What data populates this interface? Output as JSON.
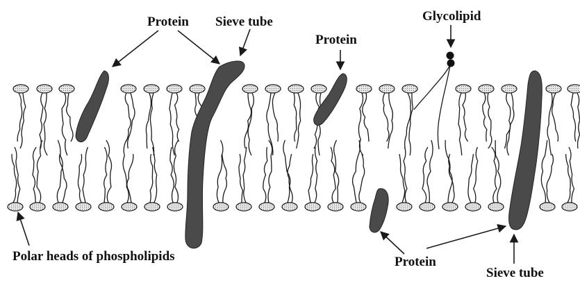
{
  "labels": {
    "protein_top_left": "Protein",
    "sieve_tube_top": "Sieve tube",
    "protein_top_mid": "Protein",
    "glycolipid": "Glycolipid",
    "polar_heads": "Polar heads of phospholipids",
    "protein_bottom": "Protein",
    "sieve_tube_bottom": "Sieve tube"
  },
  "colors": {
    "protein_fill": "#4a4a4a",
    "head_fill": "#d9d9d9",
    "line": "#1a1a1a",
    "glycolipid_head": "#111111"
  }
}
